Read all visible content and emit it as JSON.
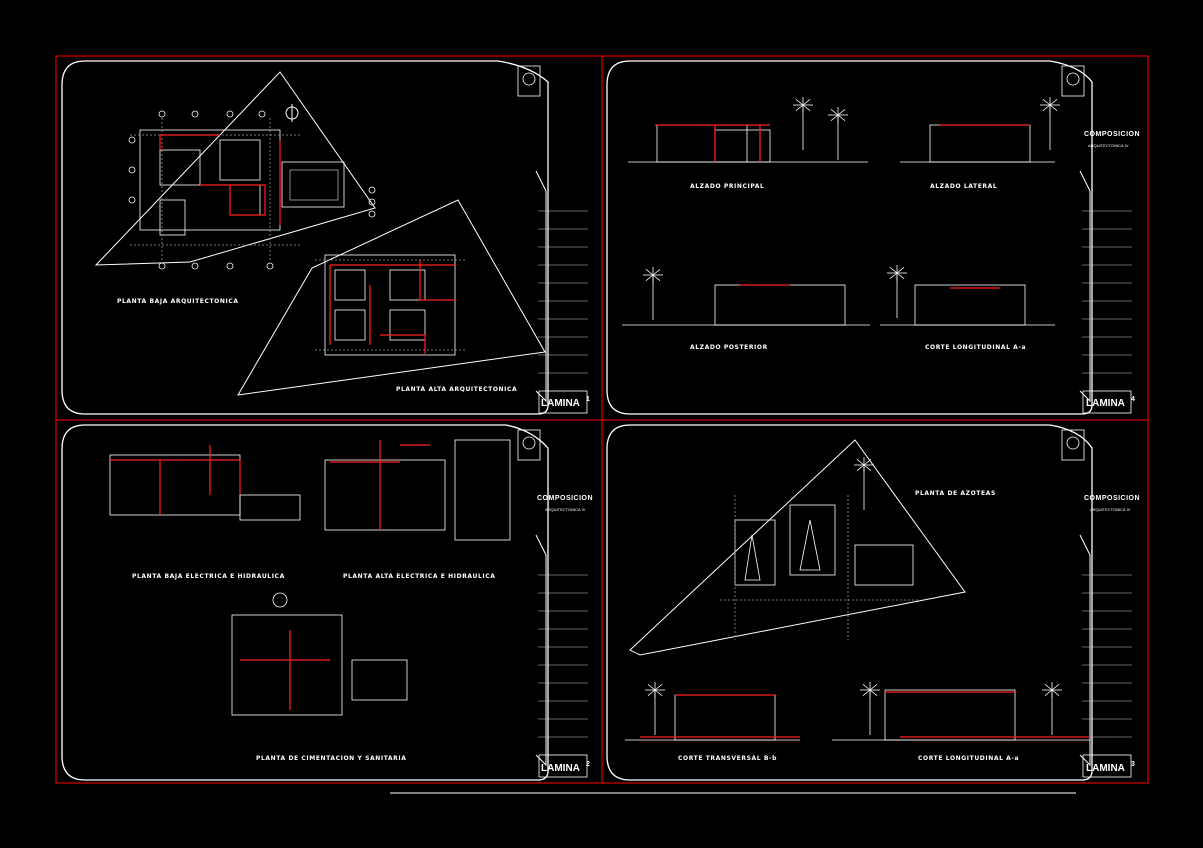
{
  "colors": {
    "background": "#000000",
    "frame": "#d40000",
    "lines": "#ffffff",
    "accent": "#ff2020",
    "gray": "#9a9a9a"
  },
  "sheets": [
    {
      "id": "sheet1",
      "lamina": "LAMINA",
      "number": "1",
      "labels": [
        "PLANTA BAJA ARQUITECTONICA",
        "PLANTA ALTA ARQUITECTONICA"
      ]
    },
    {
      "id": "sheet4",
      "lamina": "LAMINA",
      "number": "4",
      "composicion": "COMPOSICION",
      "sub": "ARQUITECTONICA IV",
      "labels": [
        "ALZADO PRINCIPAL",
        "ALZADO LATERAL",
        "ALZADO POSTERIOR",
        "CORTE LONGITUDINAL A-a"
      ]
    },
    {
      "id": "sheet2",
      "lamina": "LAMINA",
      "number": "2",
      "composicion": "COMPOSICION",
      "sub": "ARQUITECTONICA IV",
      "labels": [
        "PLANTA BAJA ELECTRICA E HIDRAULICA",
        "PLANTA ALTA ELECTRICA E HIDRAULICA",
        "PLANTA DE CIMENTACION Y SANITARIA"
      ]
    },
    {
      "id": "sheet3",
      "lamina": "LAMINA",
      "number": "3",
      "composicion": "COMPOSICION",
      "sub": "ARQUITECTONICA IV",
      "labels": [
        "PLANTA DE AZOTEAS",
        "CORTE TRANSVERSAL B-b",
        "CORTE LONGITUDINAL A-a"
      ]
    }
  ]
}
